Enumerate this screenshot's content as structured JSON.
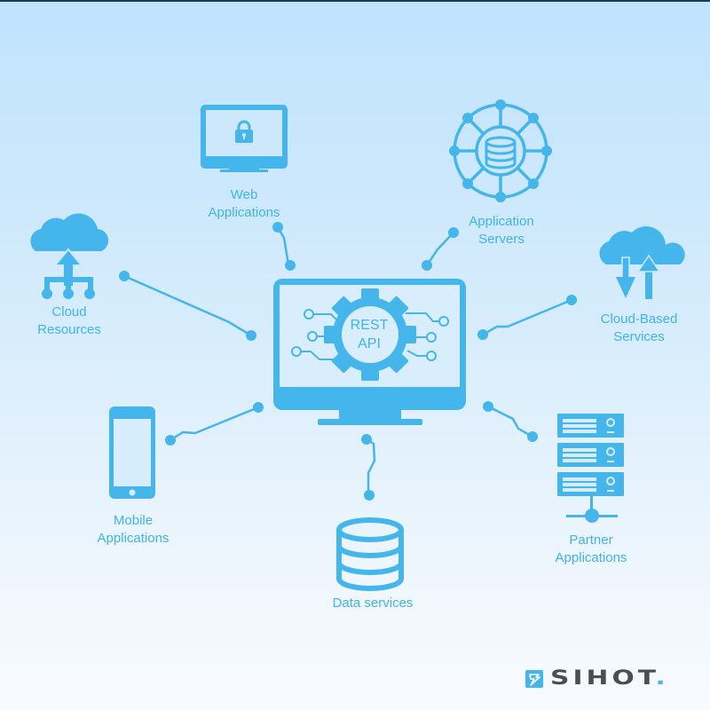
{
  "diagram": {
    "center": {
      "title_line1": "REST",
      "title_line2": "API",
      "icon": "monitor-gear-icon"
    },
    "nodes": [
      {
        "id": "web-applications",
        "line1": "Web",
        "line2": "Applications",
        "icon": "monitor-lock-icon"
      },
      {
        "id": "application-servers",
        "line1": "Application",
        "line2": "Servers",
        "icon": "network-database-icon"
      },
      {
        "id": "cloud-resources",
        "line1": "Cloud",
        "line2": "Resources",
        "icon": "cloud-upload-icon"
      },
      {
        "id": "cloud-based-services",
        "line1": "Cloud-Based",
        "line2": "Services",
        "icon": "cloud-sync-icon"
      },
      {
        "id": "mobile-applications",
        "line1": "Mobile",
        "line2": "Applications",
        "icon": "smartphone-icon"
      },
      {
        "id": "data-services",
        "line1": "Data services",
        "icon": "database-icon"
      },
      {
        "id": "partner-applications",
        "line1": "Partner",
        "line2": "Applications",
        "icon": "server-rack-icon"
      }
    ],
    "colors": {
      "accent": "#45b6ec",
      "label": "#3fb3ea",
      "background_top": "#bfe3fd",
      "background_bottom": "#f8fbfe"
    }
  },
  "brand": {
    "name": "SIHOT",
    "dot": "."
  }
}
